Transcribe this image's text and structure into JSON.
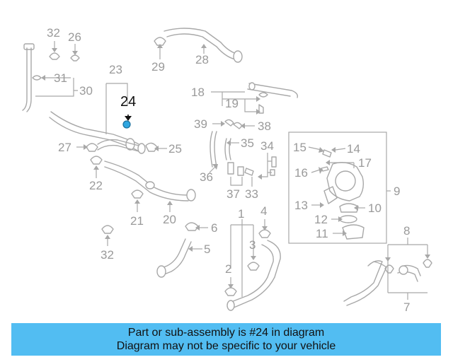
{
  "diagram": {
    "highlighted_part": "24",
    "labels": [
      "32",
      "26",
      "31",
      "30",
      "23",
      "24",
      "29",
      "28",
      "18",
      "19",
      "39",
      "38",
      "27",
      "25",
      "35",
      "34",
      "15",
      "14",
      "17",
      "16",
      "9",
      "22",
      "36",
      "37",
      "33",
      "13",
      "10",
      "12",
      "11",
      "21",
      "20",
      "6",
      "5",
      "1",
      "4",
      "3",
      "8",
      "2",
      "7",
      "32"
    ]
  },
  "banner": {
    "line1": "Part or sub-assembly is #24 in diagram",
    "line2": "Diagram may not be specific to your vehicle"
  },
  "colors": {
    "banner_bg": "#52bdf2",
    "line_art": "#a8a8a8",
    "highlight": "#2fa6e0"
  }
}
